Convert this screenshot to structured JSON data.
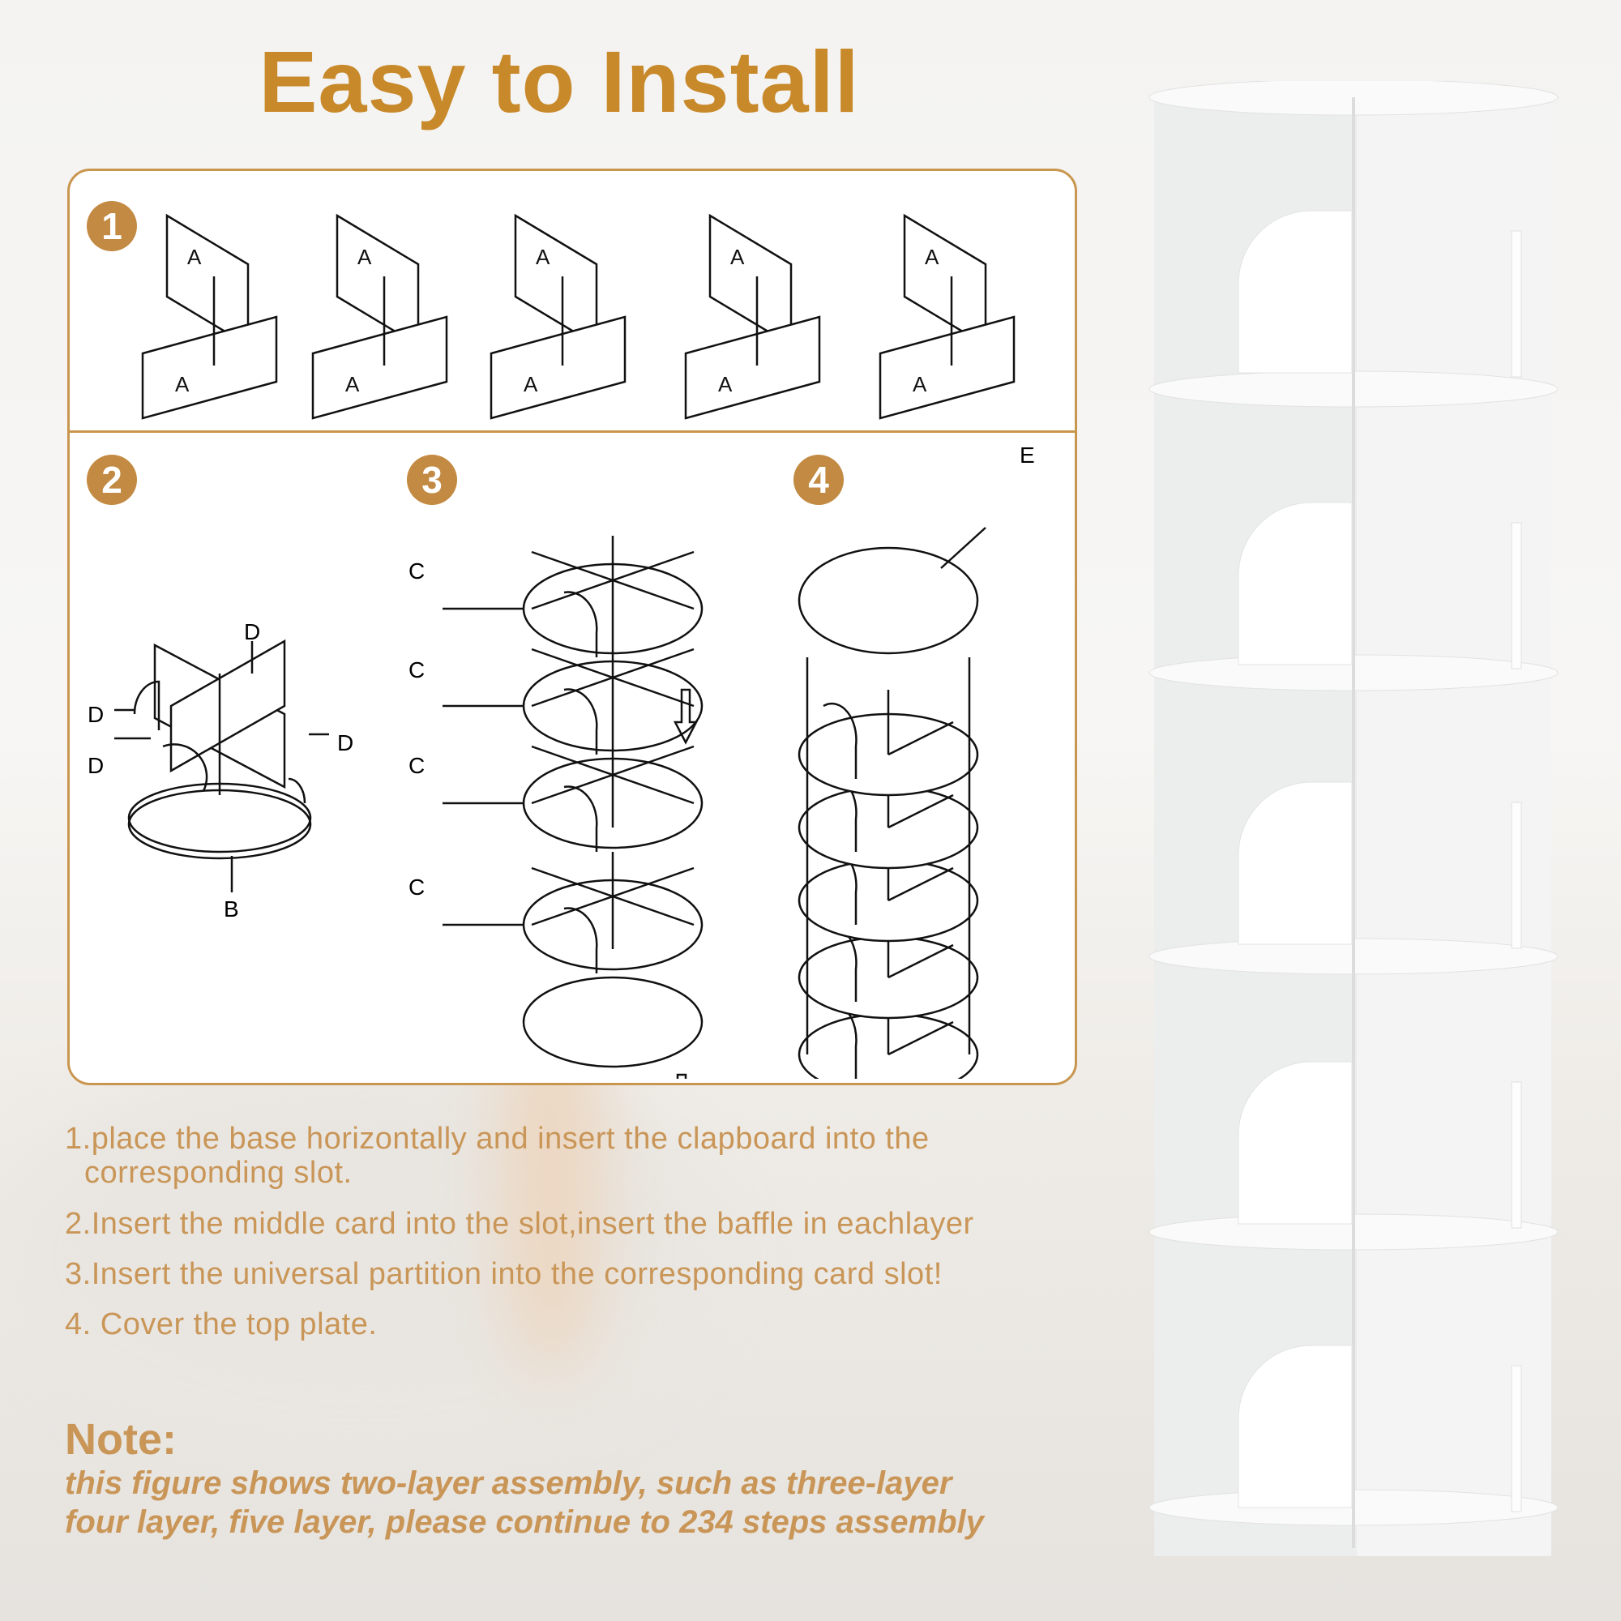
{
  "title": "Easy to Install",
  "diagram": {
    "step_numbers": [
      "1",
      "2",
      "3",
      "4"
    ],
    "part_labels": {
      "a": "A",
      "b": "B",
      "c": "C",
      "d": "D",
      "e": "E"
    }
  },
  "steps": [
    "1.place the base horizontally and insert the clapboard into the",
    "corresponding slot.",
    "2.Insert the middle card into the slot,insert the baffle in eachlayer",
    "3.Insert the universal partition into the corresponding card slot!",
    "4. Cover the top plate."
  ],
  "note": {
    "heading": "Note:",
    "lines": [
      "this figure shows two-layer assembly, such as three-layer",
      "four layer, five layer, please continue to 234 steps assembly"
    ]
  },
  "colors": {
    "accent": "#c8892a",
    "text": "#c99658",
    "border": "#c9964f"
  }
}
